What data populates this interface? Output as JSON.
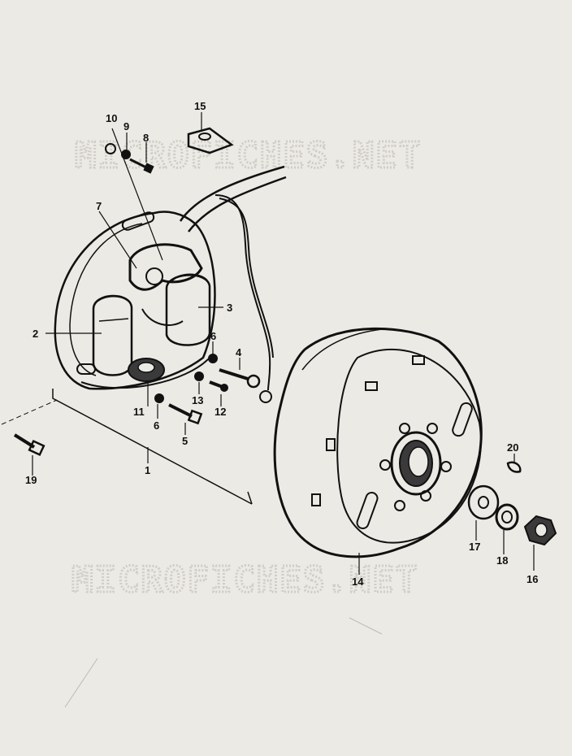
{
  "watermark": {
    "text": "MICROFICHES.NET"
  },
  "callouts": {
    "c1": "1",
    "c2": "2",
    "c3": "3",
    "c4": "4",
    "c5": "5",
    "c6a": "6",
    "c6b": "6",
    "c7": "7",
    "c8": "8",
    "c9": "9",
    "c10": "10",
    "c11": "11",
    "c12": "12",
    "c13": "13",
    "c14": "14",
    "c15": "15",
    "c16": "16",
    "c17": "17",
    "c18": "18",
    "c19": "19",
    "c20": "20"
  },
  "colors": {
    "paper": "#eceae4",
    "ink": "#111111",
    "watermark": "#cfcdc6"
  }
}
